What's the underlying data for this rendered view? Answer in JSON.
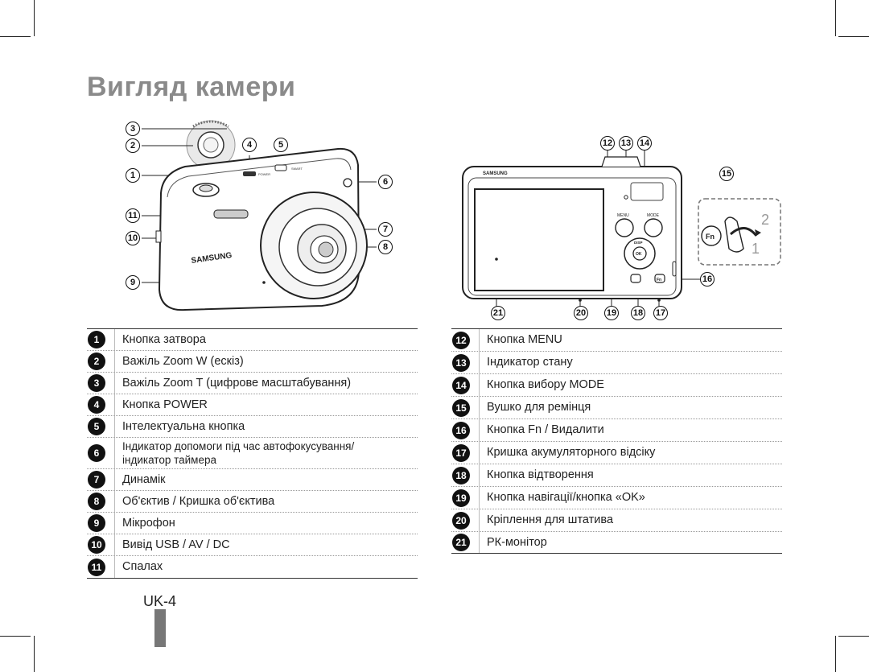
{
  "title": "Вигляд камери",
  "front_callouts": [
    "3",
    "2",
    "1",
    "11",
    "10",
    "9",
    "4",
    "5",
    "6",
    "7",
    "8"
  ],
  "back_callouts": [
    "12",
    "13",
    "14",
    "15",
    "16",
    "17",
    "18",
    "19",
    "20",
    "21"
  ],
  "camera": {
    "brand": "SAMSUNG",
    "power_label": "POWER",
    "smart_label": "SMART",
    "menu_label": "MENU",
    "mode_label": "MODE",
    "disp_label": "DISP",
    "ok_label": "OK",
    "fn_label": "Fn",
    "strap_step_1": "1",
    "strap_step_2": "2"
  },
  "legend_left": [
    {
      "n": "1",
      "text": "Кнопка затвора"
    },
    {
      "n": "2",
      "text": "Важіль Zoom W (ескіз)"
    },
    {
      "n": "3",
      "text": "Важіль Zoom T (цифрове масштабування)"
    },
    {
      "n": "4",
      "text": "Кнопка POWER"
    },
    {
      "n": "5",
      "text": "Інтелектуальна кнопка"
    },
    {
      "n": "6",
      "text": "Індикатор допомоги під час автофокусування/ індикатор таймера"
    },
    {
      "n": "7",
      "text": "Динамік"
    },
    {
      "n": "8",
      "text": "Об'єктив / Кришка об'єктива"
    },
    {
      "n": "9",
      "text": "Мікрофон"
    },
    {
      "n": "10",
      "text": "Вивід USB / AV / DC"
    },
    {
      "n": "11",
      "text": "Спалах"
    }
  ],
  "legend_right": [
    {
      "n": "12",
      "text": "Кнопка MENU"
    },
    {
      "n": "13",
      "text": "Індикатор стану"
    },
    {
      "n": "14",
      "text": "Кнопка вибору MODE"
    },
    {
      "n": "15",
      "text": "Вушко для ремінця"
    },
    {
      "n": "16",
      "text": "Кнопка Fn / Видалити"
    },
    {
      "n": "17",
      "text": "Кришка акумуляторного відсіку"
    },
    {
      "n": "18",
      "text": "Кнопка відтворення"
    },
    {
      "n": "19",
      "text": "Кнопка навігації/кнопка «OK»"
    },
    {
      "n": "20",
      "text": "Кріплення для штатива"
    },
    {
      "n": "21",
      "text": "РК-монітор"
    }
  ],
  "page_number": "UK-4"
}
